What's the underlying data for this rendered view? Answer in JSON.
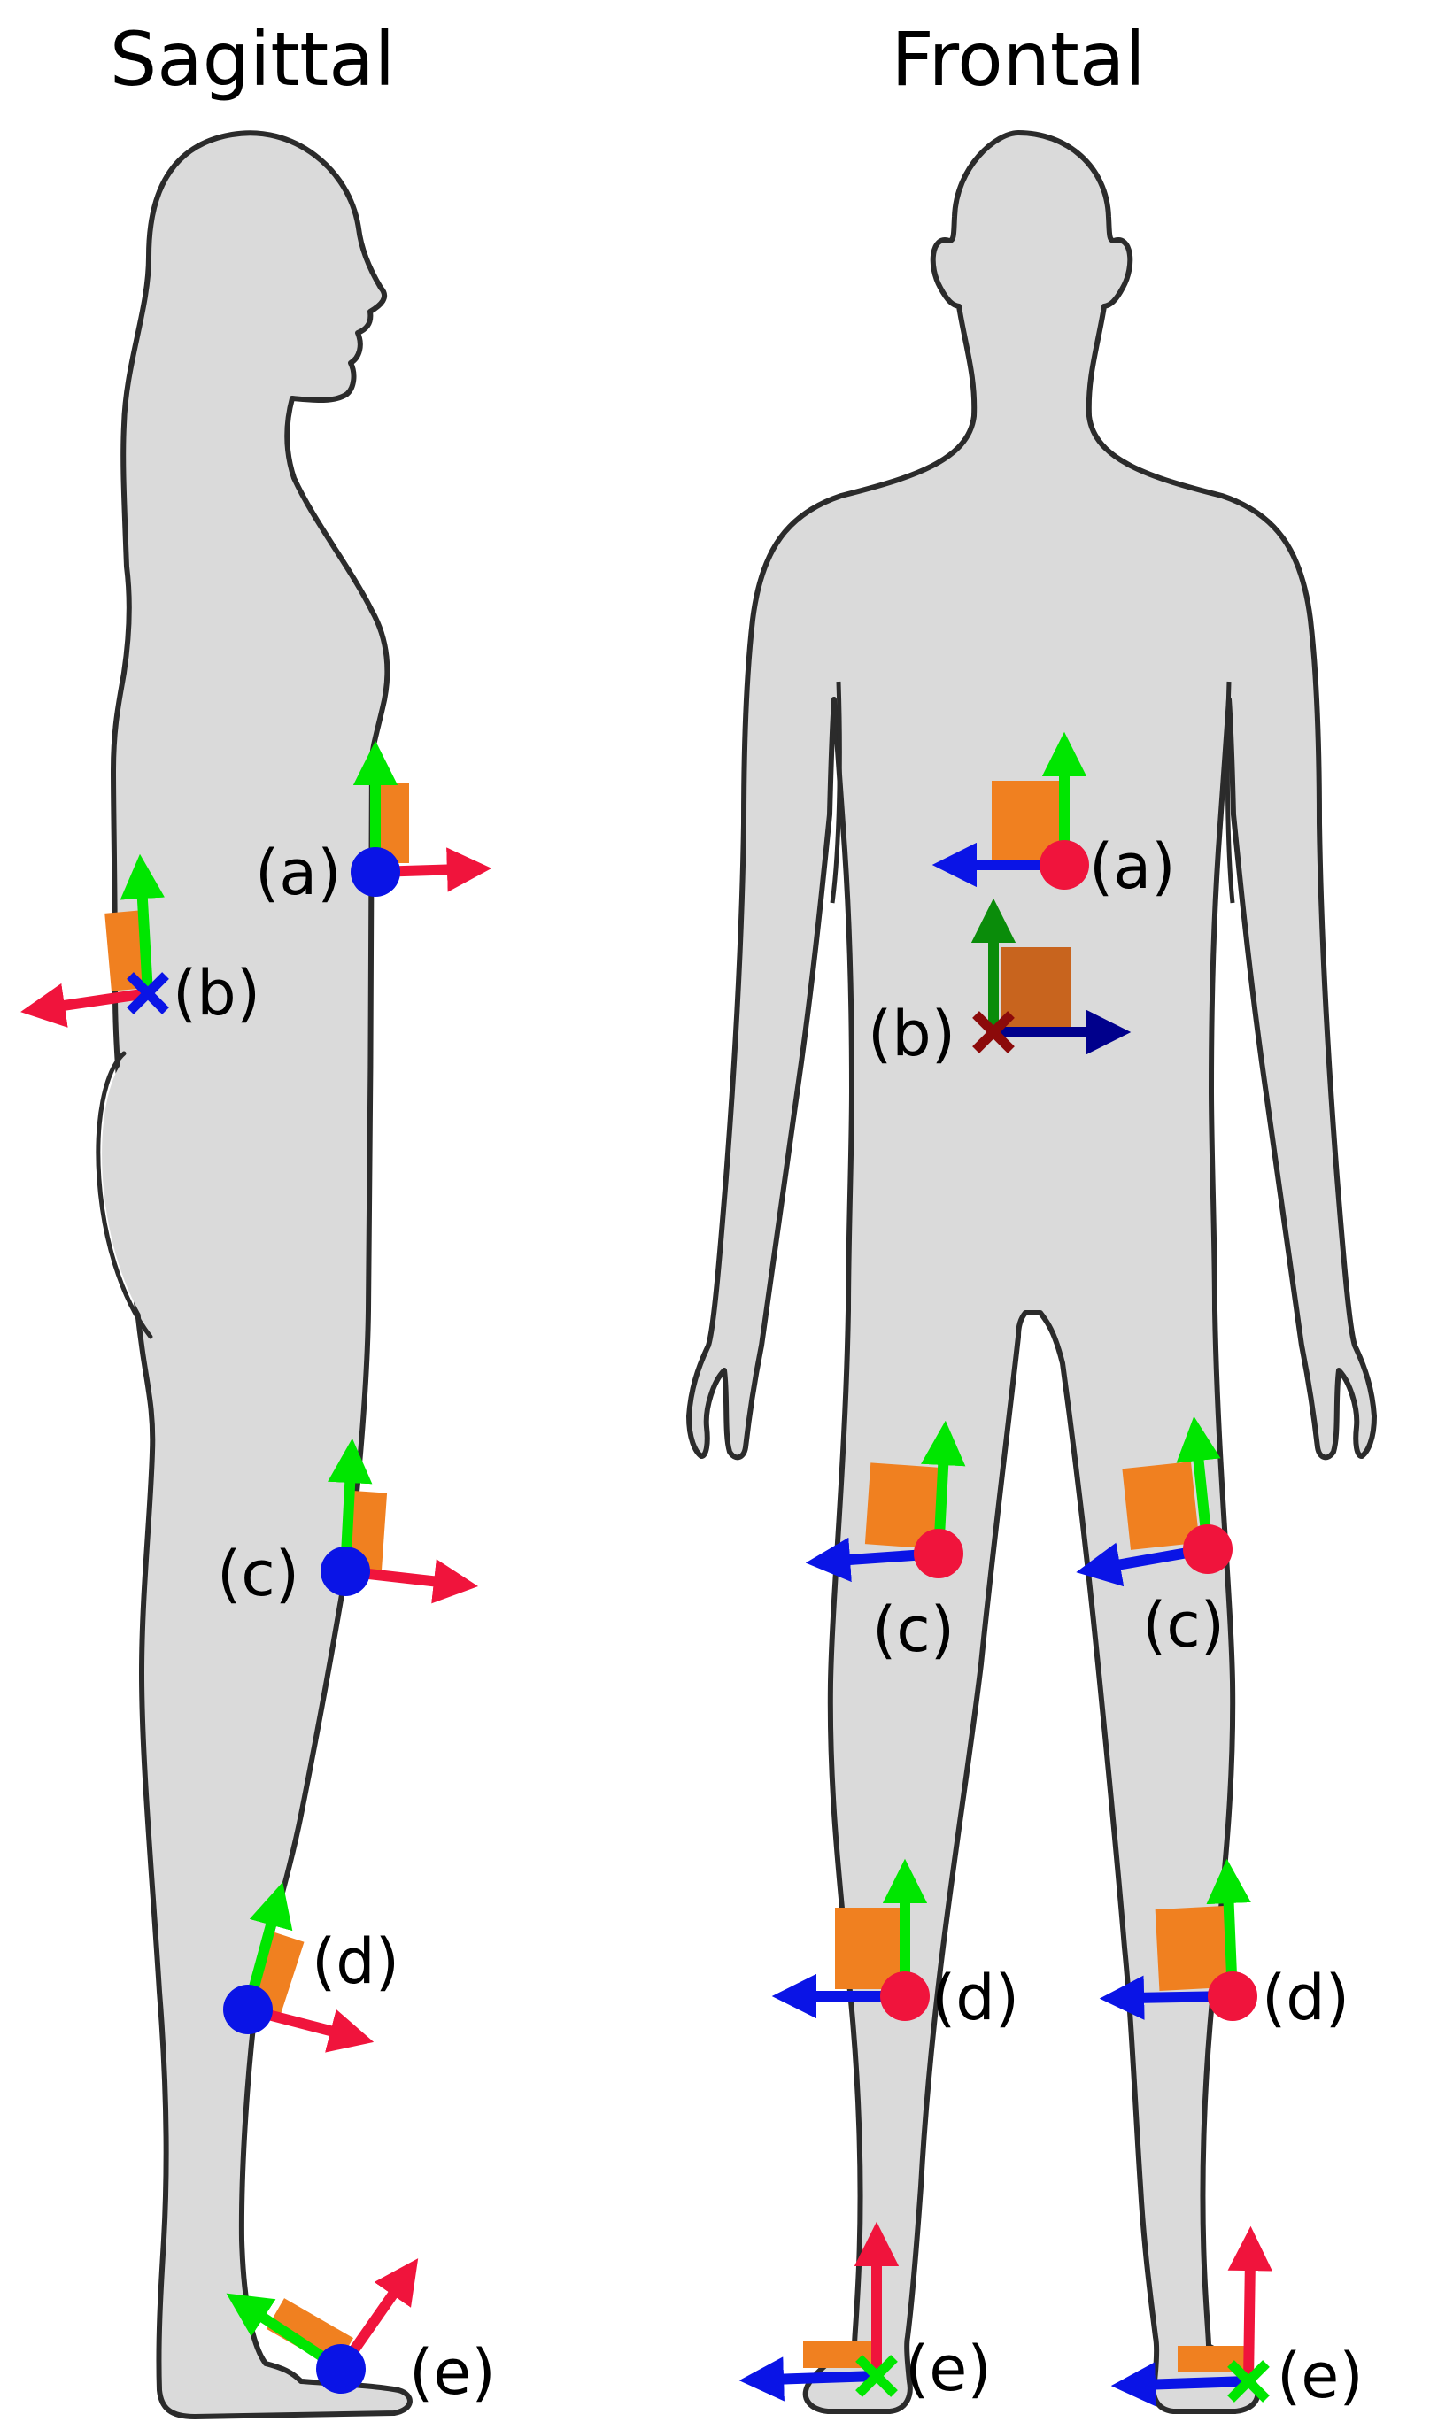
{
  "panels": {
    "sagittal": {
      "title": "Sagittal",
      "labels": {
        "a": "(a)",
        "b": "(b)",
        "c": "(c)",
        "d": "(d)",
        "e": "(e)"
      }
    },
    "frontal": {
      "title": "Frontal",
      "labels": {
        "a": "(a)",
        "b": "(b)",
        "c_right": "(c)",
        "c_left": "(c)",
        "d_right": "(d)",
        "d_left": "(d)",
        "e_right": "(e)",
        "e_left": "(e)"
      }
    }
  },
  "colors": {
    "body_fill": "#dadada",
    "outline": "#2b2b2b",
    "sensor_box": "#f08020",
    "sensor_box_dark": "#c8641e",
    "axis_red": "#f0143c",
    "axis_green": "#00e600",
    "axis_blue": "#0a14e6",
    "axis_dark_green": "#0a8c0a",
    "axis_dark_blue": "#00008c",
    "axis_dark_red": "#8c0a0a",
    "marker_red": "#f0143c",
    "marker_blue": "#0a14e6"
  },
  "icons": {
    "sensor": "orange-rectangle-imu",
    "axis_dot": "filled-circle",
    "axis_cross": "x-mark"
  }
}
